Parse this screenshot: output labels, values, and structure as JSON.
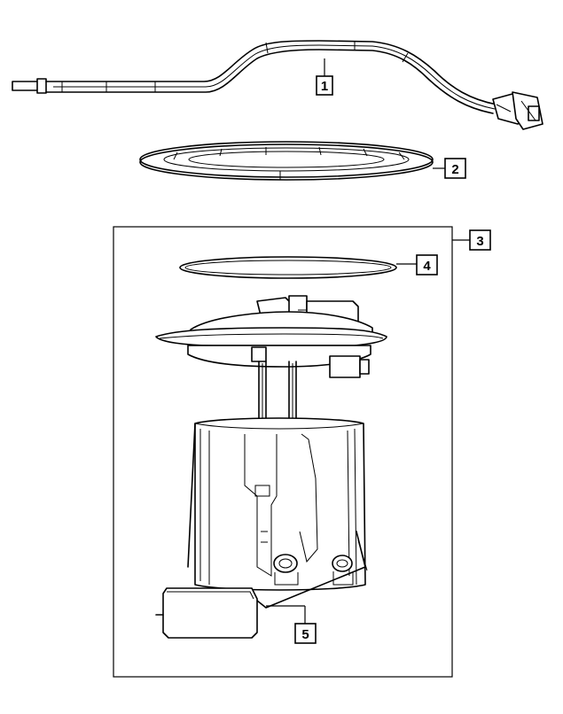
{
  "callouts": [
    {
      "id": "callout-1",
      "label": "1"
    },
    {
      "id": "callout-2",
      "label": "2"
    },
    {
      "id": "callout-3",
      "label": "3"
    },
    {
      "id": "callout-4",
      "label": "4"
    },
    {
      "id": "callout-5",
      "label": "5"
    }
  ],
  "colors": {
    "line": "#000000",
    "background": "#ffffff"
  }
}
